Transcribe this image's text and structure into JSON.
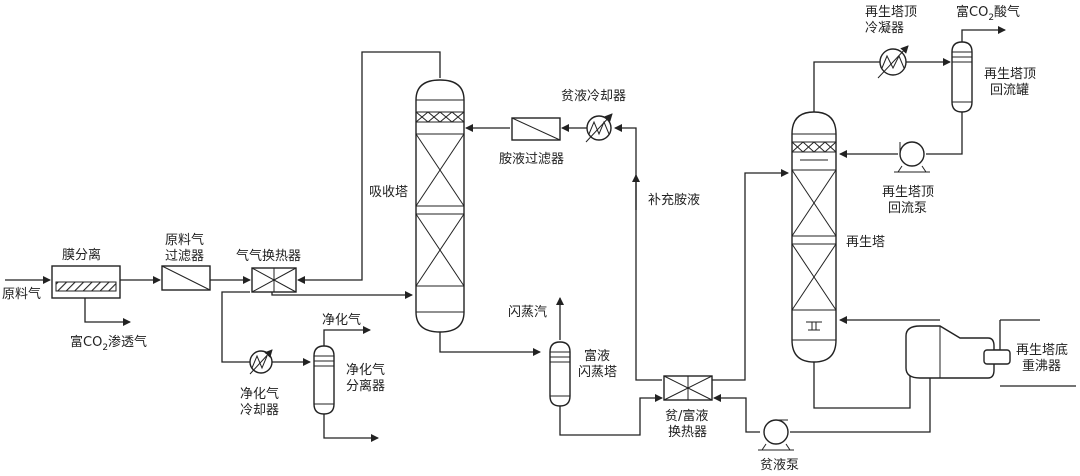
{
  "labels": {
    "feed_gas": "原料气",
    "membrane": "膜分离",
    "co2_permeate_pre": "富CO",
    "co2_permeate_sub": "2",
    "co2_permeate_post": "渗透气",
    "feed_filter_1": "原料气",
    "feed_filter_2": "过滤器",
    "gas_exchanger": "气气换热器",
    "absorber": "吸收塔",
    "clean_gas": "净化气",
    "clean_cooler_1": "净化气",
    "clean_cooler_2": "冷却器",
    "clean_sep_1": "净化气",
    "clean_sep_2": "分离器",
    "amine_filter": "胺液过滤器",
    "lean_cooler": "贫液冷却器",
    "makeup_amine": "补充胺液",
    "flash_steam": "闪蒸汽",
    "flash_tank_1": "富液",
    "flash_tank_2": "闪蒸塔",
    "lean_rich_hx_1": "贫/富液",
    "lean_rich_hx_2": "换热器",
    "lean_pump": "贫液泵",
    "regenerator": "再生塔",
    "top_condenser_1": "再生塔顶",
    "top_condenser_2": "冷凝器",
    "acid_gas_pre": "富CO",
    "acid_gas_sub": "2",
    "acid_gas_post": "酸气",
    "reflux_drum_1": "再生塔顶",
    "reflux_drum_2": "回流罐",
    "reflux_pump_1": "再生塔顶",
    "reflux_pump_2": "回流泵",
    "reboiler_1": "再生塔底",
    "reboiler_2": "重沸器"
  }
}
